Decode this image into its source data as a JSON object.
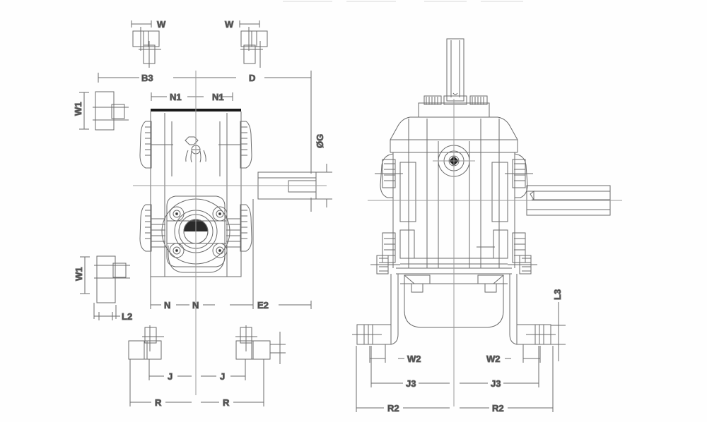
{
  "drawing": {
    "title": "Gearbox / Worm Reducer Dimension Drawing",
    "background_color": "#fefefe",
    "line_color": "#6b6b6b",
    "thick_line_color": "#1a1a1a",
    "text_color": "#3b3b3b",
    "views": [
      {
        "name": "front-view",
        "label": ""
      },
      {
        "name": "side-view",
        "label": ""
      }
    ],
    "dimension_labels": {
      "w_left": "W",
      "w_right": "W",
      "b3": "B3",
      "d": "D",
      "n1_left": "N1",
      "n1_right": "N1",
      "w1_top": "W1",
      "w1_bottom": "W1",
      "og": "ØG",
      "n_left": "N",
      "n_right": "N",
      "e2": "E2",
      "l2": "L2",
      "j_left": "J",
      "j_right": "J",
      "r_left": "R",
      "r_right": "R",
      "w2_left": "W2",
      "w2_right": "W2",
      "j3_left": "J3",
      "j3_right": "J3",
      "r2_left": "R2",
      "r2_right": "R2",
      "l3": "L3"
    }
  }
}
